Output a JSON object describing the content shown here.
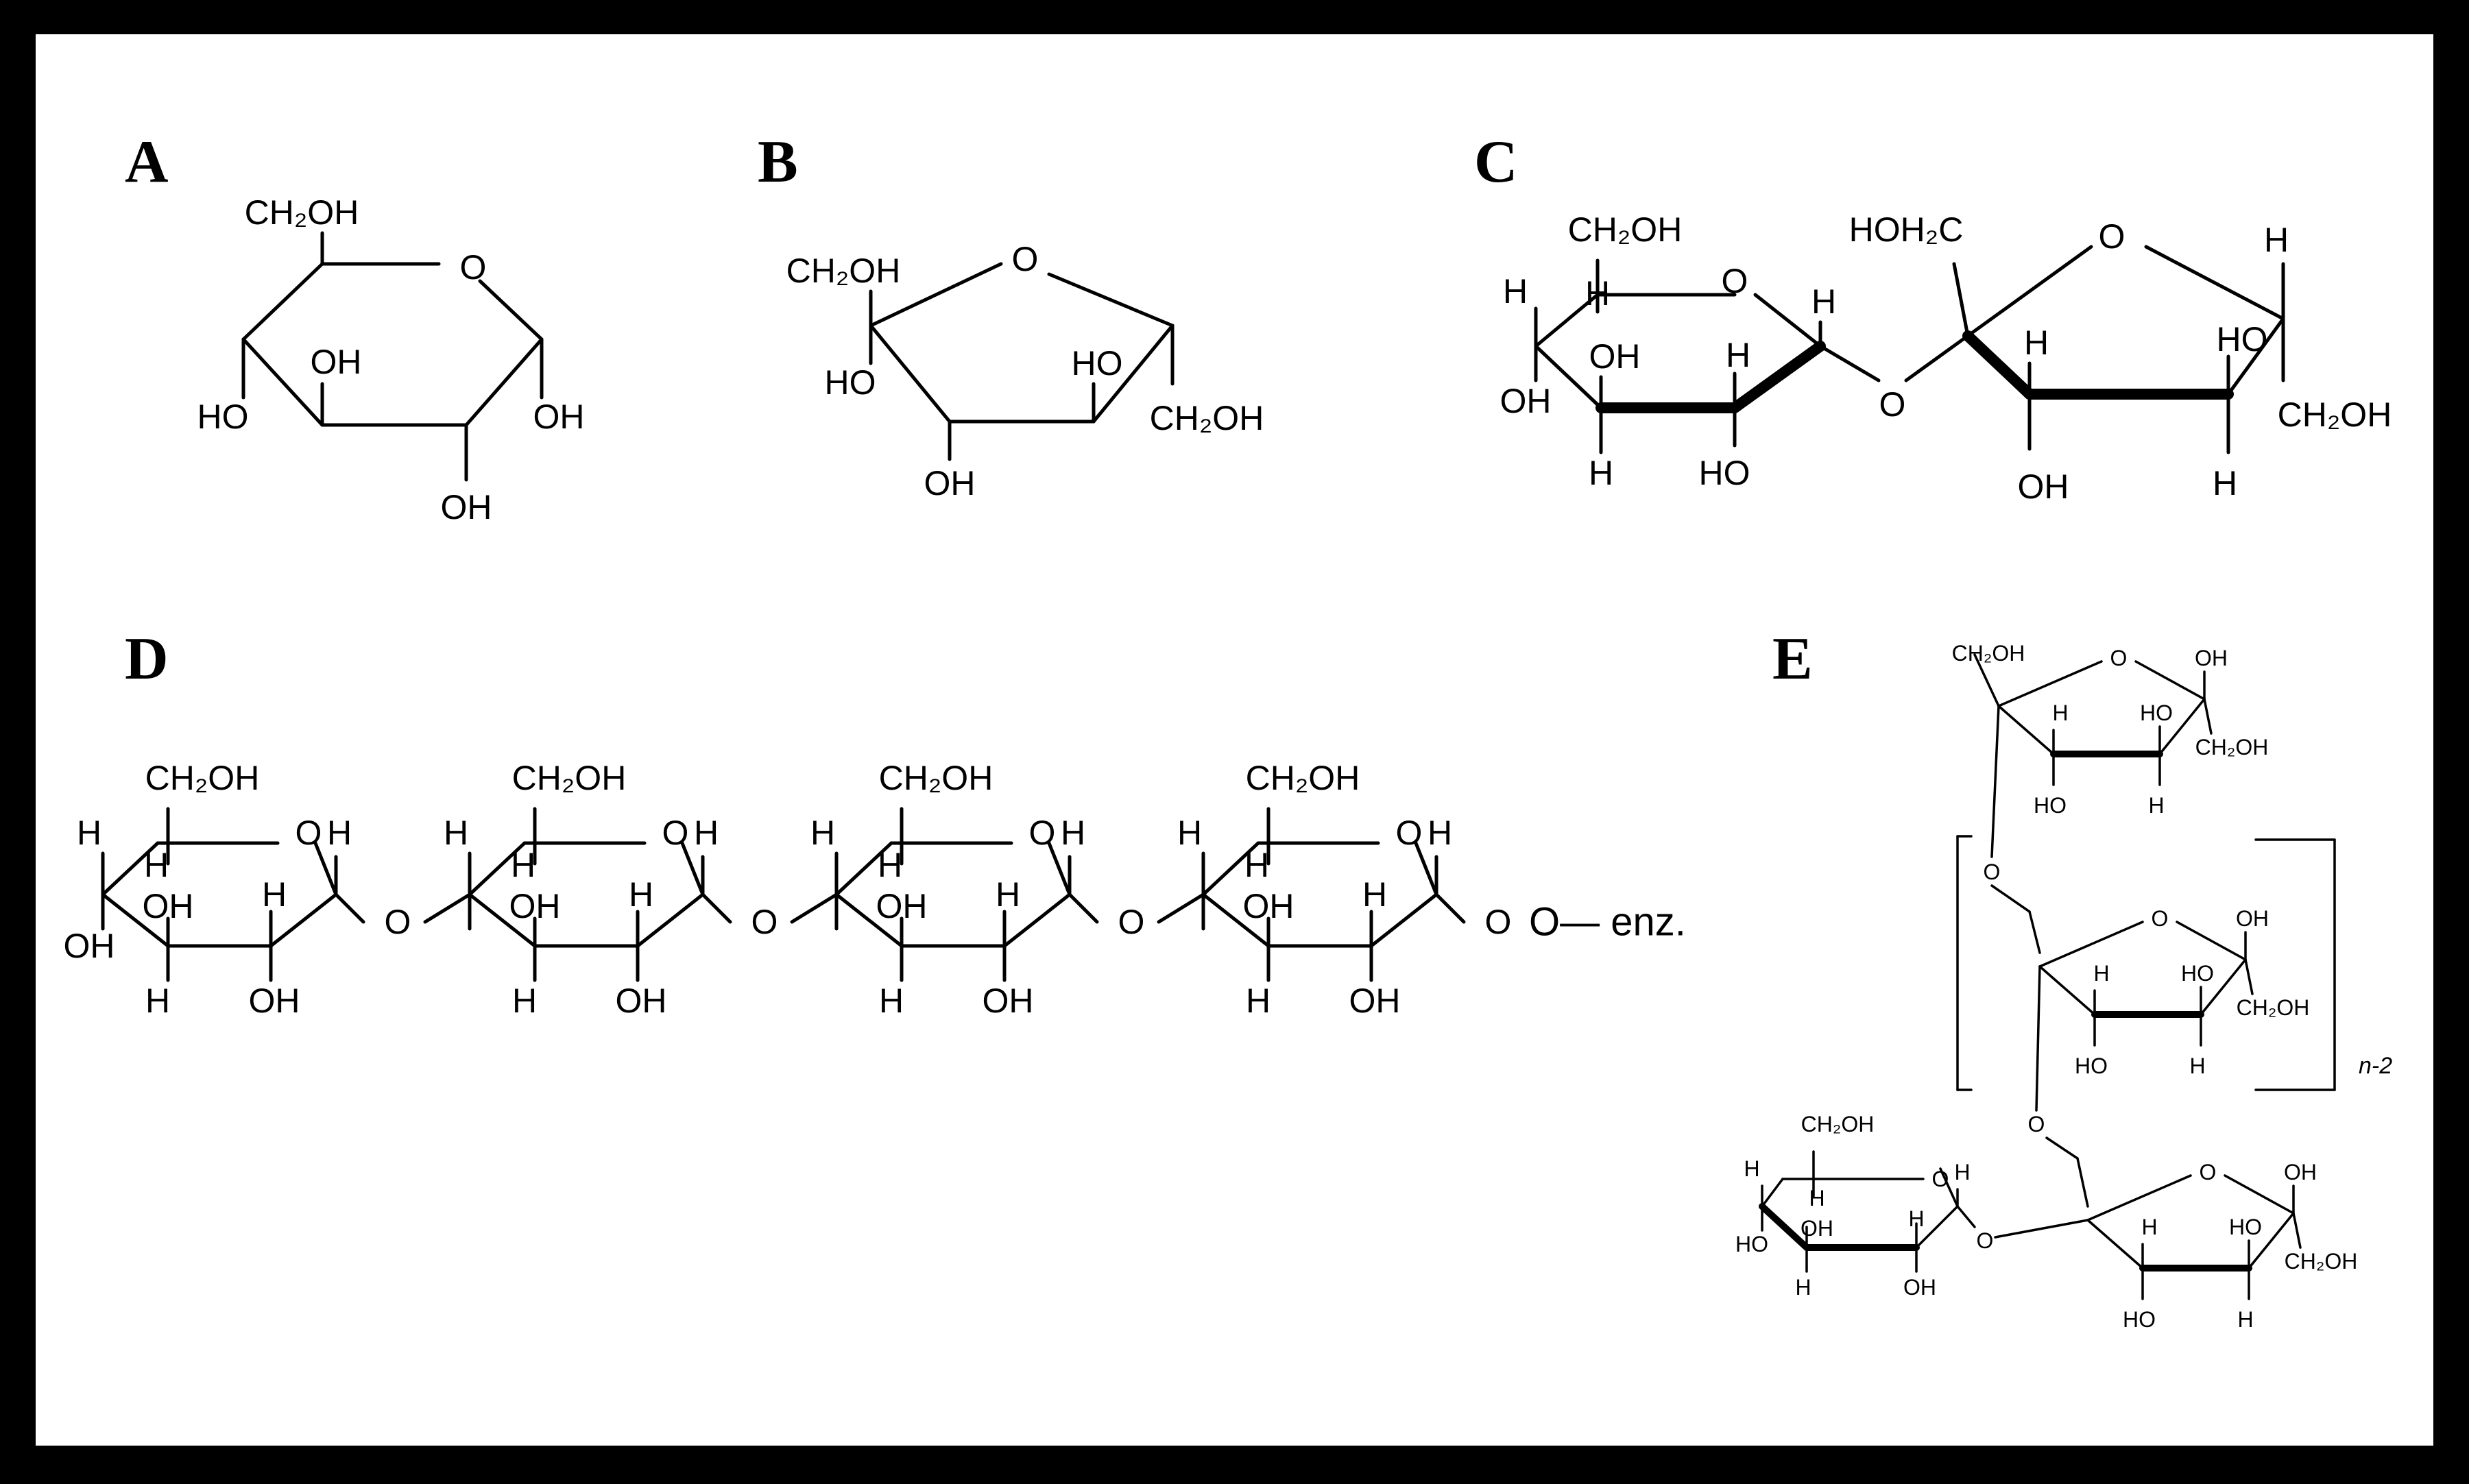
{
  "panels": [
    {
      "id": "A",
      "label": "A"
    },
    {
      "id": "B",
      "label": "B"
    },
    {
      "id": "C",
      "label": "C"
    },
    {
      "id": "D",
      "label": "D"
    },
    {
      "id": "E",
      "label": "E"
    }
  ],
  "atoms": {
    "ch2oh": "CH₂OH",
    "hoh2c": "HOH₂C",
    "oh": "OH",
    "ho": "HO",
    "o": "O",
    "h": "H"
  },
  "enzyme_label": "O— enz.",
  "repeat_label": "n-2"
}
